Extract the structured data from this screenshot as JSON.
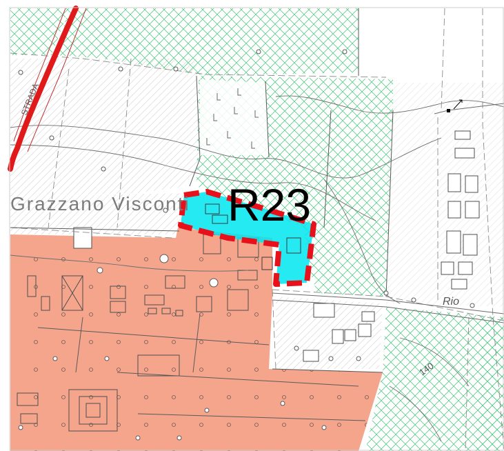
{
  "map": {
    "labels": {
      "place_name": "Grazzano Visconti",
      "zone_code": "R23",
      "road_name": "STRADA",
      "stream_name": "Rio",
      "contour_elevation": "140"
    },
    "colors": {
      "urban_fill": "#f4a58c",
      "selected_zone_fill": "#00e6f0",
      "selected_zone_border": "#e8101a",
      "main_road": "#e01a1a",
      "hatch_green": "#5cc98a",
      "line_gray": "#7a7a7a"
    }
  }
}
